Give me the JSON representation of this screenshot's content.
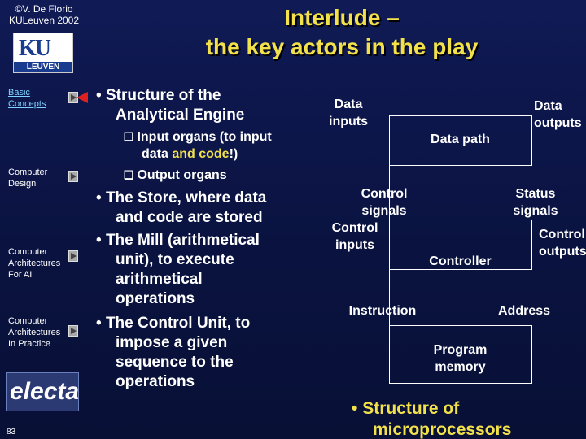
{
  "header": {
    "copyright_line1": "©V. De Florio",
    "copyright_line2": "KULeuven 2002",
    "title_line1": "Interlude –",
    "title_line2": "the key actors in the play",
    "logo_text_top": "KU",
    "logo_text_bottom": "LEUVEN"
  },
  "sidebar": {
    "items": [
      {
        "label_line1": "Basic",
        "label_line2": "Concepts",
        "active": true
      },
      {
        "label_line1": "Computer",
        "label_line2": "Design"
      },
      {
        "label_line1": "Computer",
        "label_line2": "Architectures",
        "label_line3": "For AI"
      },
      {
        "label_line1": "Computer",
        "label_line2": "Architectures",
        "label_line3": "In Practice"
      }
    ],
    "electa_logo": "electa",
    "page_number": "83"
  },
  "content": {
    "b1_line1": "Structure of the",
    "b1_line2": "Analytical Engine",
    "s1_line1": "Input organs (to input",
    "s1_line2a": "data ",
    "s1_line2b": "and code",
    "s1_line2c": "!)",
    "s2_line1": "Output organs",
    "b2_line1": "The Store, where data",
    "b2_line2": "and code are stored",
    "b3_line1": "The Mill (arithmetical",
    "b3_line2": "unit), to execute",
    "b3_line3": "arithmetical",
    "b3_line4": "operations",
    "b4_line1": "The Control Unit, to",
    "b4_line2": "impose a given",
    "b4_line3": "sequence to the",
    "b4_line4": "operations",
    "bottom_line1": "Structure of",
    "bottom_line2": "microprocessors"
  },
  "diagram": {
    "data_inputs_1": "Data",
    "data_inputs_2": "inputs",
    "data_outputs_1": "Data",
    "data_outputs_2": "outputs",
    "data_path": "Data path",
    "control_signals_1": "Control",
    "control_signals_2": "signals",
    "status_signals_1": "Status",
    "status_signals_2": "signals",
    "control_inputs_1": "Control",
    "control_inputs_2": "inputs",
    "control_outputs_1": "Control",
    "control_outputs_2": "outputs",
    "controller": "Controller",
    "instruction": "Instruction",
    "address": "Address",
    "program_memory_1": "Program",
    "program_memory_2": "memory"
  }
}
